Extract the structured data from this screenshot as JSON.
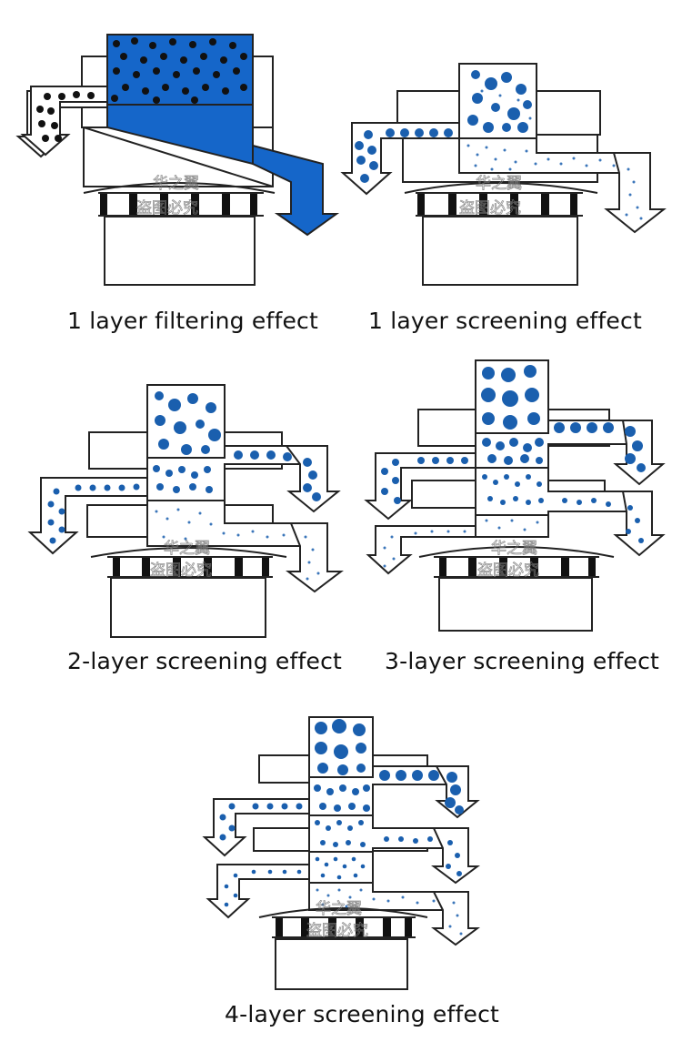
{
  "captions": {
    "one_layer_filtering": "1 layer filtering effect",
    "one_layer_screening": "1 layer screening effect",
    "two_layer_screening": "2-layer screening effect",
    "three_layer_screening": "3-layer screening effect",
    "four_layer_screening": "4-layer screening effect"
  },
  "watermark": {
    "line1": "华之翼",
    "line2": "盗图必究",
    "small": "®"
  },
  "colors": {
    "blue_fill": "#1566c9",
    "particle_blue": "#1a5fae",
    "particle_black": "#111111",
    "outline": "#222222"
  }
}
